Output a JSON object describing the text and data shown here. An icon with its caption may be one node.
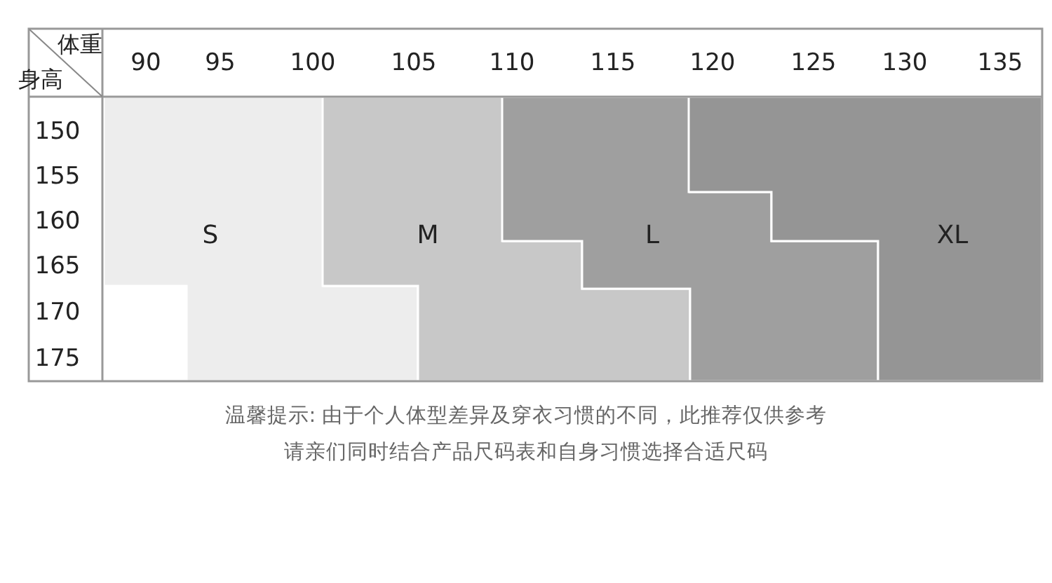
{
  "diagram": {
    "nodes": [
      {
        "text": [
          "S"
        ]
      },
      {
        "text": [
          "M"
        ]
      },
      {
        "text": [
          "L"
        ]
      },
      {
        "text": [
          "XL"
        ]
      }
    ],
    "labels": [
      "体重",
      "90",
      "95",
      "100",
      "105",
      "110",
      "115",
      "120",
      "125",
      "130",
      "135",
      "身高",
      "150",
      "155",
      "160",
      "165",
      "170",
      "175",
      "温馨提示: 由于个人体型差异及穿衣习惯的不同，此推荐仅供参考",
      "请亲们同时结合产品尺码表和自身习惯选择合适尺码"
    ]
  }
}
